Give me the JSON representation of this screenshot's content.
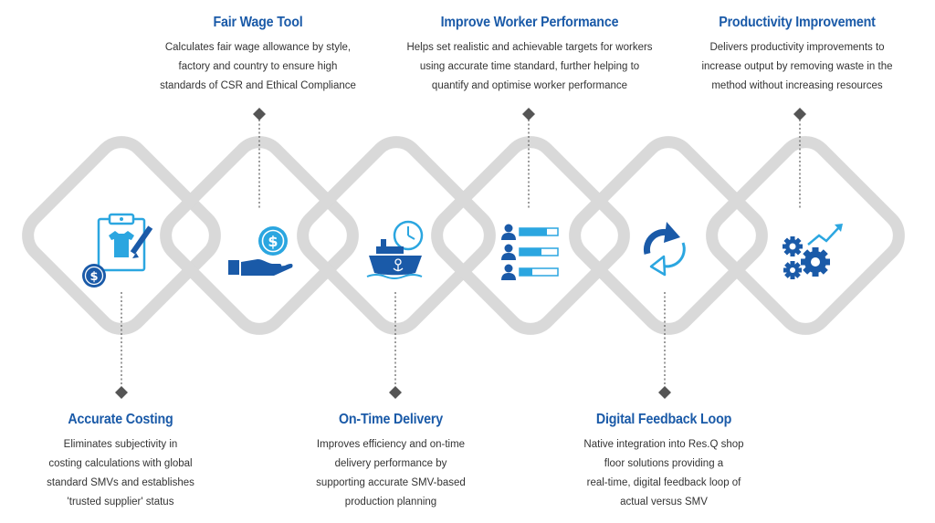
{
  "features": {
    "fair_wage": {
      "title": "Fair Wage Tool",
      "lines": [
        "Calculates fair wage allowance by style,",
        "factory and country to ensure high",
        "standards of CSR and Ethical Compliance"
      ]
    },
    "worker_performance": {
      "title": "Improve Worker Performance",
      "lines": [
        "Helps set realistic and achievable targets for workers",
        "using accurate time standard, further helping to",
        "quantify and optimise worker performance"
      ]
    },
    "productivity": {
      "title": "Productivity Improvement",
      "lines": [
        "Delivers productivity improvements to",
        "increase output by removing waste in the",
        "method without increasing resources"
      ]
    },
    "accurate_costing": {
      "title": "Accurate Costing",
      "lines": [
        "Eliminates subjectivity in",
        "costing calculations with global",
        "standard SMVs and establishes",
        "'trusted supplier' status"
      ]
    },
    "on_time_delivery": {
      "title": "On-Time Delivery",
      "lines": [
        "Improves efficiency and on-time",
        "delivery performance by",
        "supporting accurate SMV-based",
        "production planning"
      ]
    },
    "digital_feedback": {
      "title": "Digital Feedback Loop",
      "lines": [
        "Native integration into Res.Q shop",
        "floor solutions providing a",
        "real-time, digital feedback loop of",
        "actual versus SMV"
      ]
    }
  },
  "colors": {
    "primary": "#1a5aa8",
    "accent": "#2ba6e0",
    "diamond": "#d9d9d9",
    "connector": "#555555",
    "text": "#333333"
  },
  "icons": [
    "clipboard-shirt-dollar-icon",
    "hand-dollar-coin-icon",
    "ship-clock-icon",
    "worker-bars-icon",
    "refresh-cycle-icon",
    "gears-trend-icon"
  ]
}
